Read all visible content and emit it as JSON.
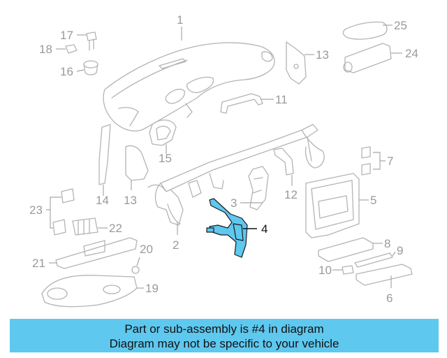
{
  "diagram": {
    "callouts": [
      "1",
      "2",
      "3",
      "4",
      "5",
      "6",
      "7",
      "8",
      "9",
      "10",
      "11",
      "12",
      "13",
      "13",
      "14",
      "15",
      "16",
      "17",
      "18",
      "19",
      "20",
      "21",
      "22",
      "23",
      "24",
      "25"
    ],
    "highlighted_part": "4",
    "colors": {
      "highlight": "#5ec8ef",
      "part_line": "#b4b4b4",
      "label": "#9a9a9a"
    }
  },
  "banner": {
    "line1": "Part or sub-assembly is #4 in diagram",
    "line2": "Diagram may not be specific to your vehicle"
  }
}
